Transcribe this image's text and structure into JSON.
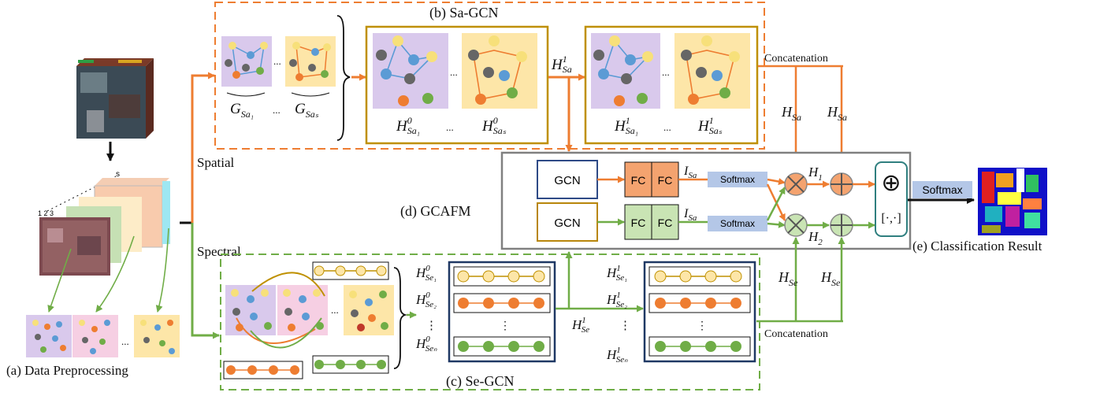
{
  "panels": {
    "a": "(a)  Data Preprocessing",
    "b": "(b)  Sa-GCN",
    "c": "(c)  Se-GCN",
    "d": "(d) GCAFM",
    "e": "(e) Classification Result"
  },
  "branch_labels": {
    "spatial": "Spatial",
    "spectral": "Spectral"
  },
  "cube_axis": {
    "first": "1 2 3",
    "last": "s"
  },
  "ellipsis": "...",
  "vdots": "⋮",
  "sa": {
    "g_first_base": "G",
    "g_first_sub": "Sa₁",
    "g_last_base": "G",
    "g_last_sub": "Saₛ",
    "h0_first_base": "H",
    "h0_first_sup": "0",
    "h0_first_sub": "Sa₁",
    "h0_last_base": "H",
    "h0_last_sup": "0",
    "h0_last_sub": "Saₛ",
    "h1_first_base": "H",
    "h1_first_sup": "1",
    "h1_first_sub": "Sa₁",
    "h1_last_base": "H",
    "h1_last_sup": "1",
    "h1_last_sub": "Saₛ",
    "arrow_base": "H",
    "arrow_sup": "1",
    "arrow_sub": "Sa",
    "concat": "Concatenation",
    "hsa_base": "H",
    "hsa_sub": "Sa"
  },
  "se": {
    "h0": [
      {
        "base": "H",
        "sup": "0",
        "sub": "Se₁"
      },
      {
        "base": "H",
        "sup": "0",
        "sub": "Se₂"
      },
      {
        "base": "H",
        "sup": "0",
        "sub": "Seₙ"
      }
    ],
    "h1": [
      {
        "base": "H",
        "sup": "1",
        "sub": "Se₁"
      },
      {
        "base": "H",
        "sup": "1",
        "sub": "Se₂"
      },
      {
        "base": "H",
        "sup": "1",
        "sub": "Seₙ"
      }
    ],
    "arrow_base": "H",
    "arrow_sup": "1",
    "arrow_sub": "Se",
    "concat": "Concatenation",
    "hse_base": "H",
    "hse_sub": "Se"
  },
  "gcafm": {
    "gcn": "GCN",
    "fc": "FC",
    "softmax": "Softmax",
    "isa_base": "I",
    "isa_sub": "Sa",
    "ise_base": "I",
    "ise_sub": "Sa",
    "h1_base": "H",
    "h1_sub": "1",
    "h2_base": "H",
    "h2_sub": "2",
    "sum_symbol": "⊕",
    "concat_bracket": "[·,·]"
  },
  "output": {
    "softmax": "Softmax"
  },
  "colors": {
    "spatial": "#ee7d31",
    "spectral": "#70ad47",
    "gcn_border_top": "#2e4a86",
    "gcn_border_bottom": "#b8860b",
    "fc_top": "#f4a36f",
    "fc_bottom": "#c9e4b4",
    "softmax_bg": "#b4c7e7",
    "gold_box": "#bf9000",
    "navy_box": "#1f3864",
    "teal_box": "#2f7f7f",
    "gcafm_box": "#808080"
  }
}
